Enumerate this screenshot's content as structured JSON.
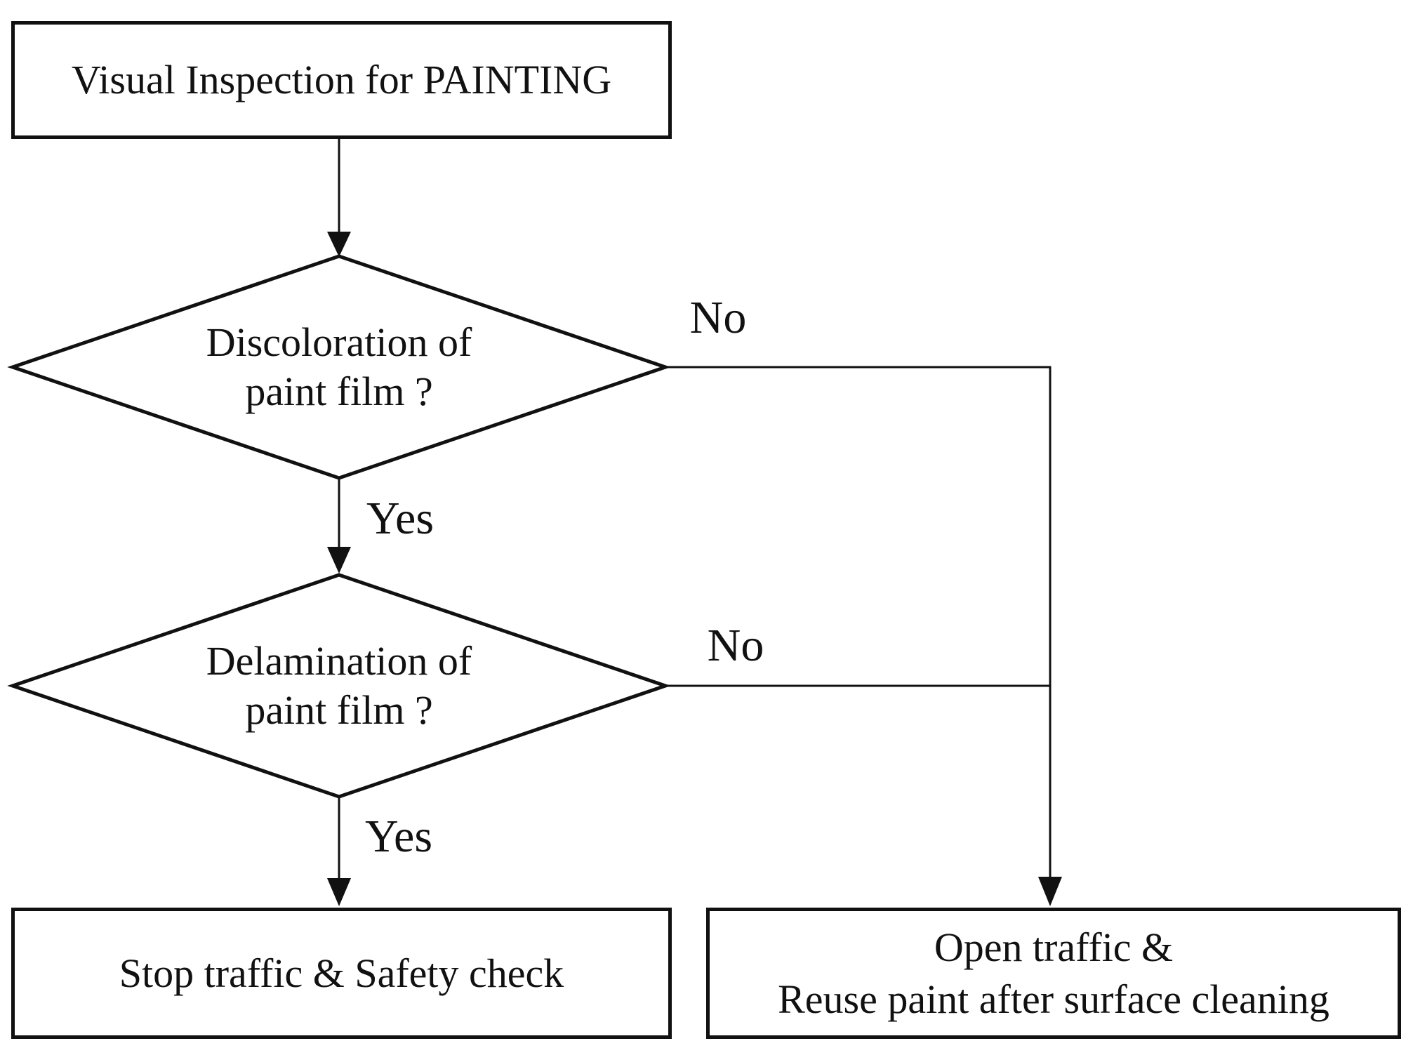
{
  "flowchart": {
    "nodes": {
      "start": {
        "label": "Visual Inspection for PAINTING"
      },
      "decision_discoloration": {
        "line1": "Discoloration of",
        "line2": "paint film ?"
      },
      "decision_delamination": {
        "line1": "Delamination of",
        "line2": "paint film ?"
      },
      "outcome_stop": {
        "label": "Stop traffic & Safety check"
      },
      "outcome_open": {
        "line1": "Open traffic &",
        "line2": "Reuse paint after surface cleaning"
      }
    },
    "edge_labels": {
      "discoloration_no": "No",
      "discoloration_yes": "Yes",
      "delamination_no": "No",
      "delamination_yes": "Yes"
    },
    "colors": {
      "stroke": "#111111",
      "background": "#ffffff",
      "text": "#111111"
    }
  }
}
